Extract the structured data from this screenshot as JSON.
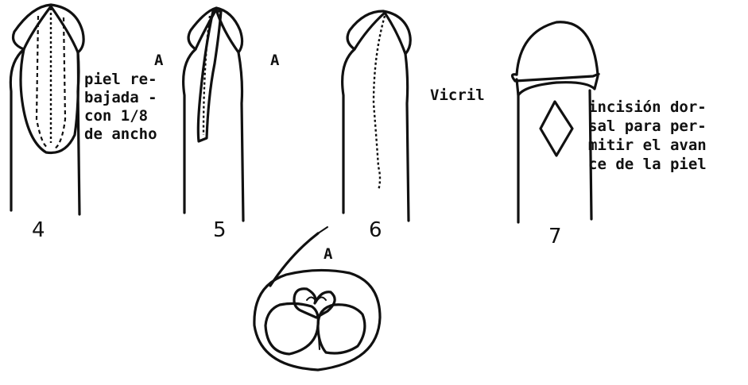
{
  "figure_labels": {
    "fig4": "4",
    "fig5": "5",
    "fig6": "6",
    "fig7": "7",
    "marker_a_left": "A",
    "marker_a_right": "A",
    "marker_a_bottom": "A"
  },
  "annotations": {
    "fig4_note": [
      "piel re-",
      "bajada -",
      "con 1/8",
      "de ancho"
    ],
    "fig6_note": "Vicril",
    "fig7_note": [
      "incisión dor-",
      "sal para per-",
      "mitir el avan",
      "ce de la piel"
    ]
  }
}
